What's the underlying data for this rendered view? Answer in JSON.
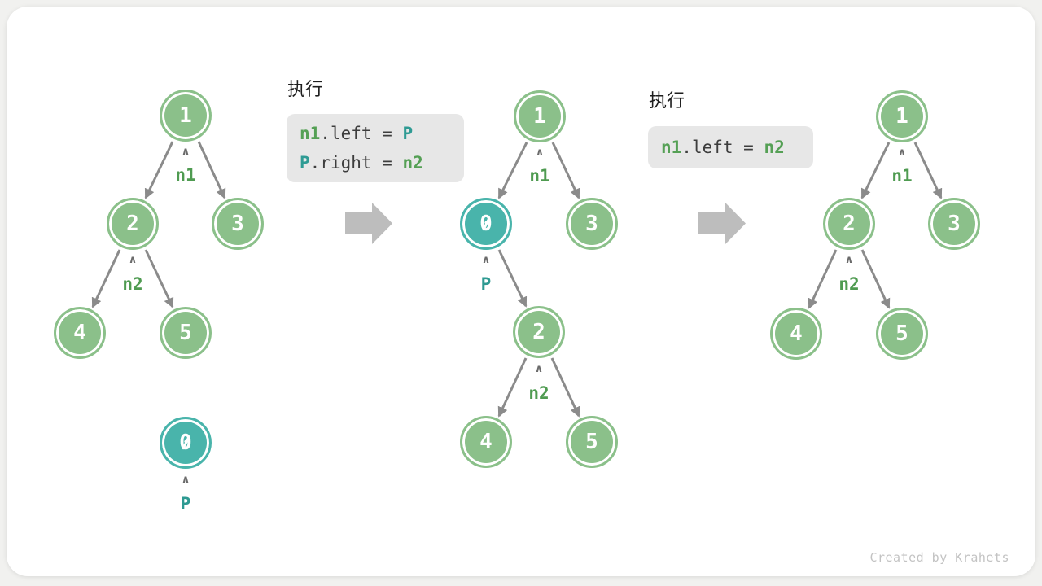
{
  "page": {
    "watermark": "Created by Krahets"
  },
  "icons": {
    "caret_up": "∧",
    "step_arrow": "block-arrow-right"
  },
  "colors": {
    "background": "#f1f1ef",
    "card": "#ffffff",
    "node_green": "#8bc08a",
    "node_teal": "#49b4ab",
    "node_text": "#ffffff",
    "edge_gray": "#8b8b8b",
    "pointer_label_green": "#4f9b51",
    "pointer_label_teal": "#2e9a92",
    "code_background": "#e7e7e7",
    "code_plain": "#3d3d3d",
    "code_green": "#55a055",
    "code_teal": "#2f9b94",
    "step_arrow_gray": "#bdbdbd",
    "watermark_gray": "#c3c3c3"
  },
  "code_blocks": [
    {
      "exec_label": "执行",
      "lines": [
        {
          "tokens": [
            {
              "text": "n1"
            },
            {
              "text": ".left = "
            },
            {
              "text": "P"
            }
          ]
        },
        {
          "tokens": [
            {
              "text": "P"
            },
            {
              "text": ".right = "
            },
            {
              "text": "n2"
            }
          ]
        }
      ]
    },
    {
      "exec_label": "执行",
      "lines": [
        {
          "tokens": [
            {
              "text": "n1"
            },
            {
              "text": ".left = "
            },
            {
              "text": "n2"
            }
          ]
        }
      ]
    }
  ],
  "trees": {
    "left": {
      "nodes": [
        {
          "value": "1"
        },
        {
          "value": "2"
        },
        {
          "value": "3"
        },
        {
          "value": "4"
        },
        {
          "value": "5"
        },
        {
          "value": "0"
        }
      ],
      "pointer_labels": [
        {
          "text": "n1"
        },
        {
          "text": "n2"
        },
        {
          "text": "P"
        }
      ]
    },
    "middle": {
      "nodes": [
        {
          "value": "1"
        },
        {
          "value": "0"
        },
        {
          "value": "3"
        },
        {
          "value": "2"
        },
        {
          "value": "4"
        },
        {
          "value": "5"
        }
      ],
      "pointer_labels": [
        {
          "text": "n1"
        },
        {
          "text": "P"
        },
        {
          "text": "n2"
        }
      ]
    },
    "right": {
      "nodes": [
        {
          "value": "1"
        },
        {
          "value": "2"
        },
        {
          "value": "3"
        },
        {
          "value": "4"
        },
        {
          "value": "5"
        }
      ],
      "pointer_labels": [
        {
          "text": "n1"
        },
        {
          "text": "n2"
        }
      ]
    }
  }
}
